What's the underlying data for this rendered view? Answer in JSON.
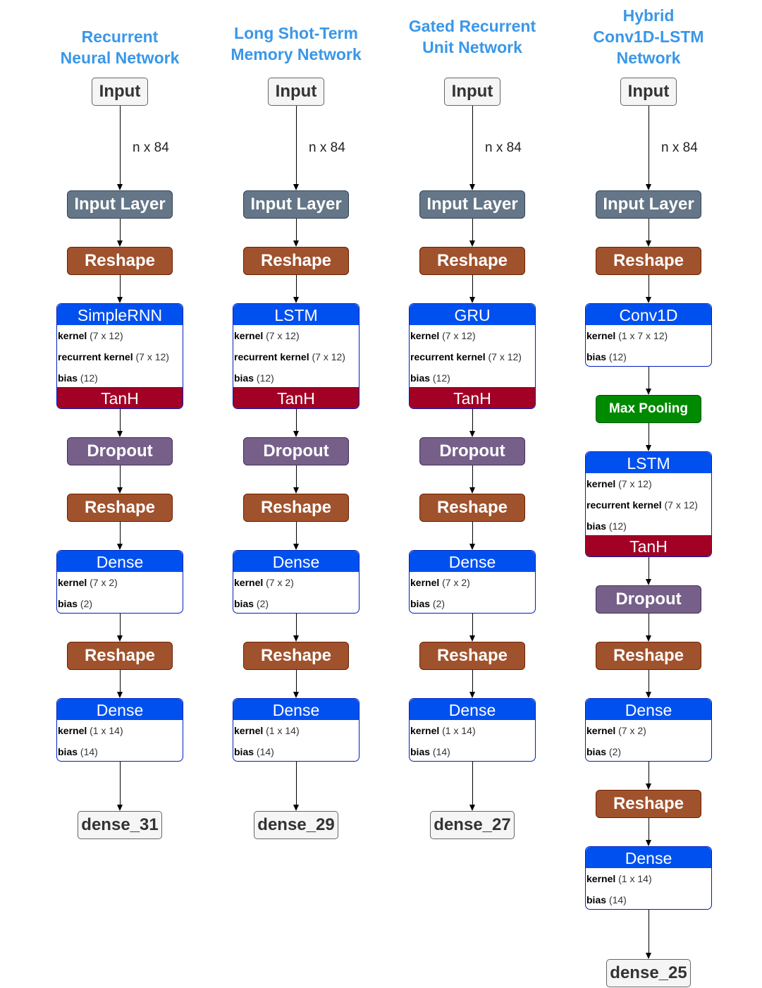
{
  "columns": [
    {
      "title": [
        "Recurrent",
        "Neural Network"
      ],
      "input_label": "Input",
      "edge_label": "n x 84",
      "stages": [
        {
          "kind": "input-layer",
          "label": "Input Layer"
        },
        {
          "kind": "reshape",
          "label": "Reshape"
        },
        {
          "kind": "layer",
          "label": "SimpleRNN",
          "params": [
            {
              "name": "kernel",
              "dims": "(7 x 12)"
            },
            {
              "name": "recurrent kernel",
              "dims": "(7 x 12)"
            },
            {
              "name": "bias",
              "dims": "(12)"
            }
          ],
          "activation": "TanH"
        },
        {
          "kind": "dropout",
          "label": "Dropout"
        },
        {
          "kind": "reshape",
          "label": "Reshape"
        },
        {
          "kind": "layer",
          "label": "Dense",
          "params": [
            {
              "name": "kernel",
              "dims": "(7 x 2)"
            },
            {
              "name": "bias",
              "dims": "(2)"
            }
          ]
        },
        {
          "kind": "reshape",
          "label": "Reshape"
        },
        {
          "kind": "layer",
          "label": "Dense",
          "params": [
            {
              "name": "kernel",
              "dims": "(1 x 14)"
            },
            {
              "name": "bias",
              "dims": "(14)"
            }
          ]
        }
      ],
      "output_label": "dense_31"
    },
    {
      "title": [
        "Long Shot-Term",
        "Memory Network"
      ],
      "input_label": "Input",
      "edge_label": "n x 84",
      "stages": [
        {
          "kind": "input-layer",
          "label": "Input Layer"
        },
        {
          "kind": "reshape",
          "label": "Reshape"
        },
        {
          "kind": "layer",
          "label": "LSTM",
          "params": [
            {
              "name": "kernel",
              "dims": "(7 x 12)"
            },
            {
              "name": "recurrent kernel",
              "dims": "(7 x 12)"
            },
            {
              "name": "bias",
              "dims": "(12)"
            }
          ],
          "activation": "TanH"
        },
        {
          "kind": "dropout",
          "label": "Dropout"
        },
        {
          "kind": "reshape",
          "label": "Reshape"
        },
        {
          "kind": "layer",
          "label": "Dense",
          "params": [
            {
              "name": "kernel",
              "dims": "(7 x 2)"
            },
            {
              "name": "bias",
              "dims": "(2)"
            }
          ]
        },
        {
          "kind": "reshape",
          "label": "Reshape"
        },
        {
          "kind": "layer",
          "label": "Dense",
          "params": [
            {
              "name": "kernel",
              "dims": "(1 x 14)"
            },
            {
              "name": "bias",
              "dims": "(14)"
            }
          ]
        }
      ],
      "output_label": "dense_29"
    },
    {
      "title": [
        "Gated Recurrent",
        "Unit Network"
      ],
      "input_label": "Input",
      "edge_label": "n x 84",
      "stages": [
        {
          "kind": "input-layer",
          "label": "Input Layer"
        },
        {
          "kind": "reshape",
          "label": "Reshape"
        },
        {
          "kind": "layer",
          "label": "GRU",
          "params": [
            {
              "name": "kernel",
              "dims": "(7 x 12)"
            },
            {
              "name": "recurrent kernel",
              "dims": "(7 x 12)"
            },
            {
              "name": "bias",
              "dims": "(12)"
            }
          ],
          "activation": "TanH"
        },
        {
          "kind": "dropout",
          "label": "Dropout"
        },
        {
          "kind": "reshape",
          "label": "Reshape"
        },
        {
          "kind": "layer",
          "label": "Dense",
          "params": [
            {
              "name": "kernel",
              "dims": "(7 x 2)"
            },
            {
              "name": "bias",
              "dims": "(2)"
            }
          ]
        },
        {
          "kind": "reshape",
          "label": "Reshape"
        },
        {
          "kind": "layer",
          "label": "Dense",
          "params": [
            {
              "name": "kernel",
              "dims": "(1 x 14)"
            },
            {
              "name": "bias",
              "dims": "(14)"
            }
          ]
        }
      ],
      "output_label": "dense_27"
    },
    {
      "title": [
        "Hybrid",
        "Conv1D-LSTM",
        "Network"
      ],
      "input_label": "Input",
      "edge_label": "n x 84",
      "stages": [
        {
          "kind": "input-layer",
          "label": "Input Layer"
        },
        {
          "kind": "reshape",
          "label": "Reshape"
        },
        {
          "kind": "layer",
          "label": "Conv1D",
          "params": [
            {
              "name": "kernel",
              "dims": "(1 x 7 x 12)"
            },
            {
              "name": "bias",
              "dims": "(12)"
            }
          ]
        },
        {
          "kind": "maxpool",
          "label": "Max Pooling"
        },
        {
          "kind": "layer",
          "label": "LSTM",
          "params": [
            {
              "name": "kernel",
              "dims": "(7 x 12)"
            },
            {
              "name": "recurrent kernel",
              "dims": "(7 x 12)"
            },
            {
              "name": "bias",
              "dims": "(12)"
            }
          ],
          "activation": "TanH"
        },
        {
          "kind": "dropout",
          "label": "Dropout"
        },
        {
          "kind": "reshape",
          "label": "Reshape"
        },
        {
          "kind": "layer",
          "label": "Dense",
          "params": [
            {
              "name": "kernel",
              "dims": "(7 x 2)"
            },
            {
              "name": "bias",
              "dims": "(2)"
            }
          ]
        },
        {
          "kind": "reshape",
          "label": "Reshape"
        },
        {
          "kind": "layer",
          "label": "Dense",
          "params": [
            {
              "name": "kernel",
              "dims": "(1 x 14)"
            },
            {
              "name": "bias",
              "dims": "(14)"
            }
          ]
        }
      ],
      "output_label": "dense_25"
    }
  ],
  "colors": {
    "title": "#3a97e8",
    "input_layer": "#647687",
    "reshape": "#a0522d",
    "dropout": "#76608a",
    "layer_header": "#0050ef",
    "activation": "#a20025",
    "max_pooling": "#008a00",
    "io_box": "#f5f5f5"
  }
}
